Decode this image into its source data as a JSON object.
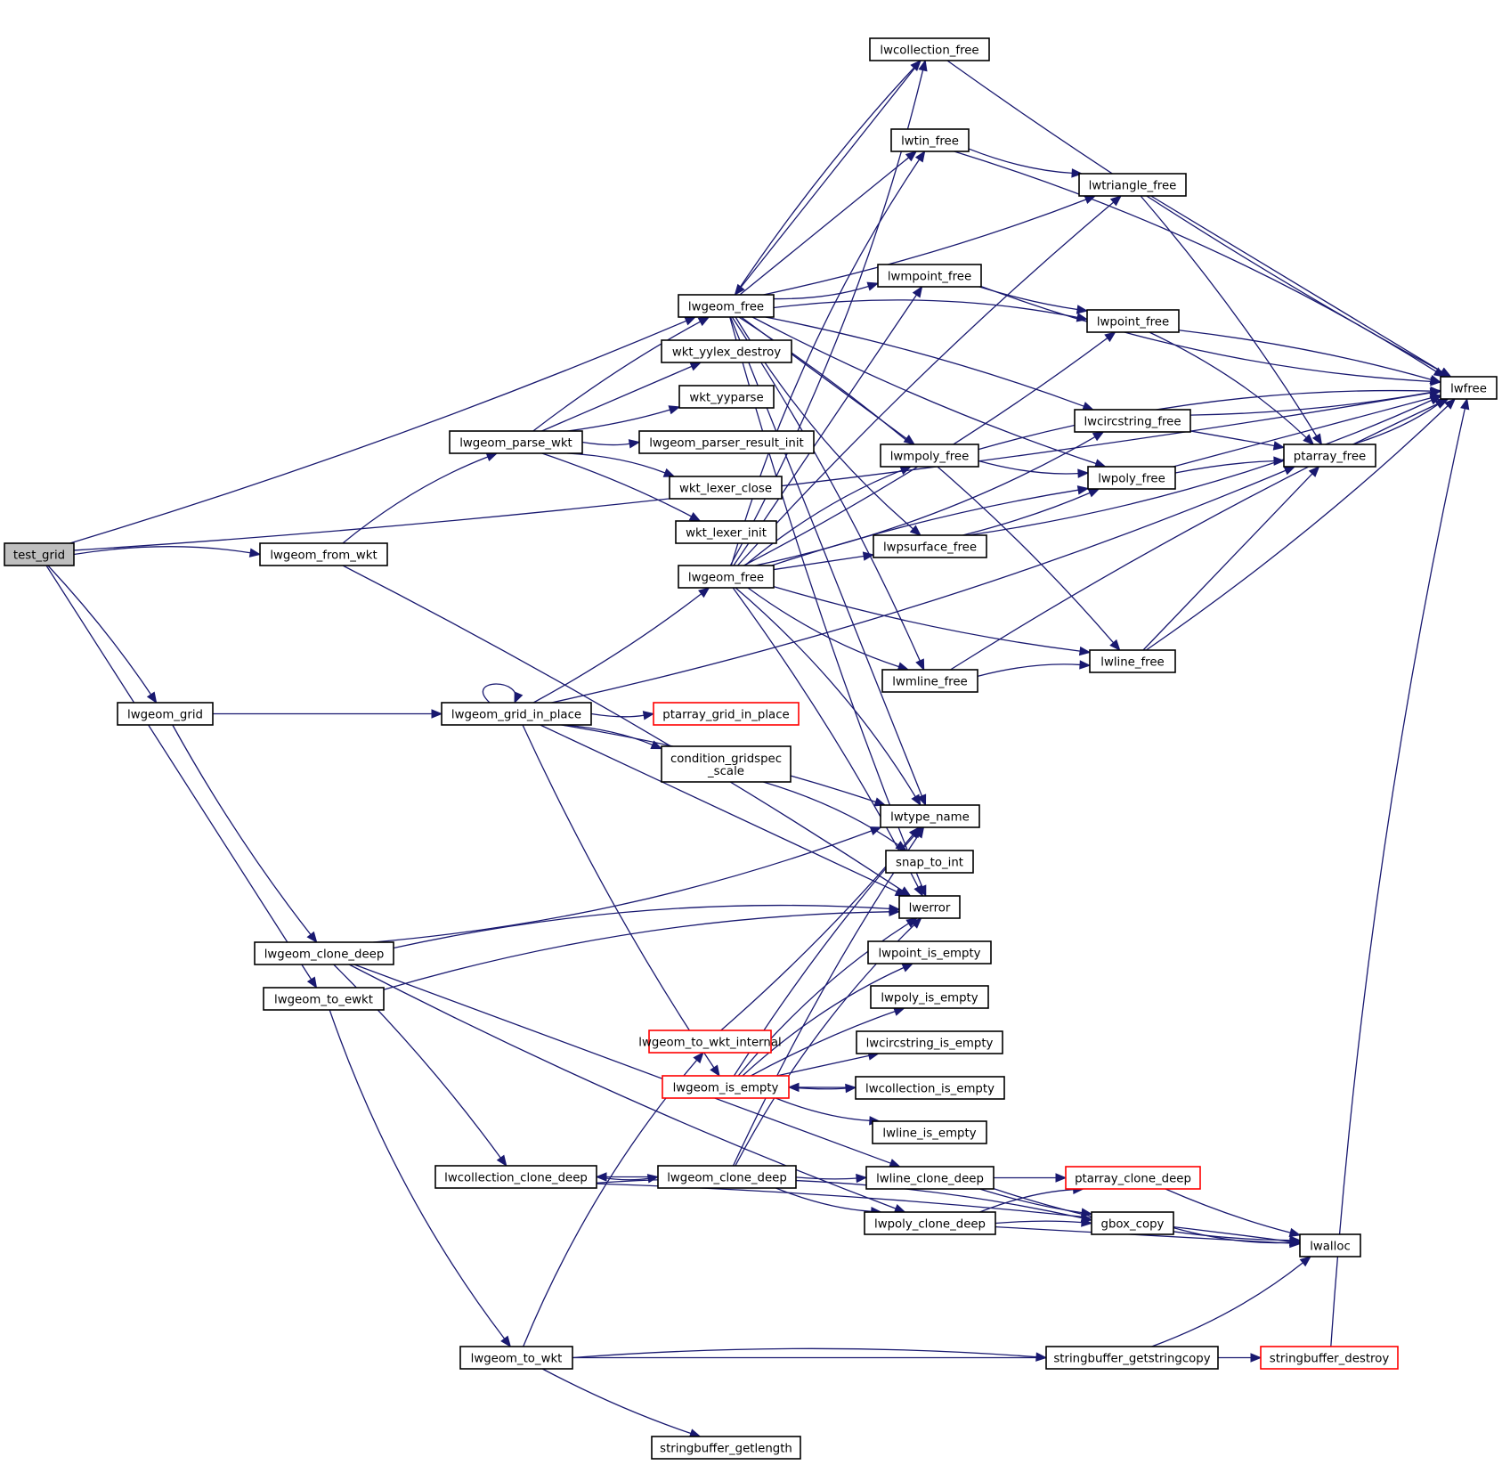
{
  "title": "test_grid call graph",
  "colors": {
    "edge": "#191970",
    "node_border": "#000000",
    "node_border_truncated": "#ff0000",
    "node_fill": "#ffffff",
    "root_fill": "#bfbfbf"
  },
  "nodes": [
    {
      "id": "test_grid",
      "label": "test_grid",
      "root": true
    },
    {
      "id": "lwgeom_from_wkt",
      "label": "lwgeom_from_wkt"
    },
    {
      "id": "lwgeom_grid",
      "label": "lwgeom_grid"
    },
    {
      "id": "lwgeom_clone_deep_a",
      "label": "lwgeom_clone_deep"
    },
    {
      "id": "lwgeom_to_ewkt",
      "label": "lwgeom_to_ewkt"
    },
    {
      "id": "lwgeom_parse_wkt",
      "label": "lwgeom_parse_wkt"
    },
    {
      "id": "lwgeom_grid_in_place",
      "label": "lwgeom_grid_in_place"
    },
    {
      "id": "lwcollection_clone_deep",
      "label": "lwcollection_clone_deep"
    },
    {
      "id": "lwgeom_to_wkt",
      "label": "lwgeom_to_wkt"
    },
    {
      "id": "lwgeom_free_a",
      "label": "lwgeom_free"
    },
    {
      "id": "wkt_yylex_destroy",
      "label": "wkt_yylex_destroy"
    },
    {
      "id": "wkt_yyparse",
      "label": "wkt_yyparse"
    },
    {
      "id": "lwgeom_parser_result_init",
      "label": "lwgeom_parser_result_init"
    },
    {
      "id": "wkt_lexer_close",
      "label": "wkt_lexer_close"
    },
    {
      "id": "wkt_lexer_init",
      "label": "wkt_lexer_init"
    },
    {
      "id": "lwgeom_free_b",
      "label": "lwgeom_free"
    },
    {
      "id": "ptarray_grid_in_place",
      "label": "ptarray_grid_in_place",
      "truncated": true
    },
    {
      "id": "condition_gridspec_scale",
      "label": "condition_gridspec\n_scale"
    },
    {
      "id": "lwgeom_to_wkt_internal",
      "label": "lwgeom_to_wkt_internal",
      "truncated": true
    },
    {
      "id": "lwgeom_is_empty",
      "label": "lwgeom_is_empty",
      "truncated": true
    },
    {
      "id": "lwgeom_clone_deep_b",
      "label": "lwgeom_clone_deep"
    },
    {
      "id": "stringbuffer_getlength",
      "label": "stringbuffer_getlength"
    },
    {
      "id": "lwcollection_free",
      "label": "lwcollection_free"
    },
    {
      "id": "lwtin_free",
      "label": "lwtin_free"
    },
    {
      "id": "lwmpoint_free",
      "label": "lwmpoint_free"
    },
    {
      "id": "lwmpoly_free",
      "label": "lwmpoly_free"
    },
    {
      "id": "lwpsurface_free",
      "label": "lwpsurface_free"
    },
    {
      "id": "lwmline_free",
      "label": "lwmline_free"
    },
    {
      "id": "lwtype_name",
      "label": "lwtype_name"
    },
    {
      "id": "snap_to_int",
      "label": "snap_to_int"
    },
    {
      "id": "lwerror",
      "label": "lwerror"
    },
    {
      "id": "lwpoint_is_empty",
      "label": "lwpoint_is_empty"
    },
    {
      "id": "lwpoly_is_empty",
      "label": "lwpoly_is_empty"
    },
    {
      "id": "lwcircstring_is_empty",
      "label": "lwcircstring_is_empty"
    },
    {
      "id": "lwcollection_is_empty",
      "label": "lwcollection_is_empty"
    },
    {
      "id": "lwline_is_empty",
      "label": "lwline_is_empty"
    },
    {
      "id": "lwline_clone_deep",
      "label": "lwline_clone_deep"
    },
    {
      "id": "lwpoly_clone_deep",
      "label": "lwpoly_clone_deep"
    },
    {
      "id": "lwtriangle_free",
      "label": "lwtriangle_free"
    },
    {
      "id": "lwpoint_free",
      "label": "lwpoint_free"
    },
    {
      "id": "lwcircstring_free",
      "label": "lwcircstring_free"
    },
    {
      "id": "lwpoly_free",
      "label": "lwpoly_free"
    },
    {
      "id": "lwline_free",
      "label": "lwline_free"
    },
    {
      "id": "ptarray_clone_deep",
      "label": "ptarray_clone_deep",
      "truncated": true
    },
    {
      "id": "gbox_copy",
      "label": "gbox_copy"
    },
    {
      "id": "stringbuffer_getstringcopy",
      "label": "stringbuffer_getstringcopy"
    },
    {
      "id": "ptarray_free",
      "label": "ptarray_free"
    },
    {
      "id": "stringbuffer_destroy",
      "label": "stringbuffer_destroy",
      "truncated": true
    },
    {
      "id": "lwfree",
      "label": "lwfree"
    },
    {
      "id": "lwalloc",
      "label": "lwalloc"
    }
  ],
  "edges": [
    [
      "test_grid",
      "lwgeom_from_wkt"
    ],
    [
      "test_grid",
      "lwgeom_grid"
    ],
    [
      "test_grid",
      "lwgeom_to_ewkt"
    ],
    [
      "test_grid",
      "lwgeom_free_a"
    ],
    [
      "test_grid",
      "lwfree"
    ],
    [
      "lwgeom_from_wkt",
      "lwgeom_parse_wkt"
    ],
    [
      "lwgeom_from_wkt",
      "lwerror"
    ],
    [
      "lwgeom_grid",
      "lwgeom_grid_in_place"
    ],
    [
      "lwgeom_grid",
      "lwgeom_clone_deep_a"
    ],
    [
      "lwgeom_clone_deep_a",
      "lwtype_name"
    ],
    [
      "lwgeom_clone_deep_a",
      "lwerror"
    ],
    [
      "lwgeom_clone_deep_a",
      "lwcollection_clone_deep"
    ],
    [
      "lwgeom_clone_deep_a",
      "lwline_clone_deep"
    ],
    [
      "lwgeom_clone_deep_a",
      "lwpoly_clone_deep"
    ],
    [
      "lwgeom_to_ewkt",
      "lwgeom_to_wkt"
    ],
    [
      "lwgeom_to_ewkt",
      "lwerror"
    ],
    [
      "lwgeom_parse_wkt",
      "lwgeom_free_a"
    ],
    [
      "lwgeom_parse_wkt",
      "wkt_yylex_destroy"
    ],
    [
      "lwgeom_parse_wkt",
      "wkt_yyparse"
    ],
    [
      "lwgeom_parse_wkt",
      "lwgeom_parser_result_init"
    ],
    [
      "lwgeom_parse_wkt",
      "wkt_lexer_close"
    ],
    [
      "lwgeom_parse_wkt",
      "wkt_lexer_init"
    ],
    [
      "lwgeom_grid_in_place",
      "lwgeom_grid_in_place"
    ],
    [
      "lwgeom_grid_in_place",
      "lwgeom_free_b"
    ],
    [
      "lwgeom_grid_in_place",
      "ptarray_grid_in_place"
    ],
    [
      "lwgeom_grid_in_place",
      "condition_gridspec_scale"
    ],
    [
      "lwgeom_grid_in_place",
      "lwtype_name"
    ],
    [
      "lwgeom_grid_in_place",
      "lwerror"
    ],
    [
      "lwgeom_grid_in_place",
      "lwgeom_is_empty"
    ],
    [
      "lwgeom_grid_in_place",
      "ptarray_free"
    ],
    [
      "condition_gridspec_scale",
      "snap_to_int"
    ],
    [
      "lwgeom_free_a",
      "lwcollection_free"
    ],
    [
      "lwgeom_free_a",
      "lwtin_free"
    ],
    [
      "lwgeom_free_a",
      "lwtriangle_free"
    ],
    [
      "lwgeom_free_a",
      "lwmpoint_free"
    ],
    [
      "lwgeom_free_a",
      "lwpoint_free"
    ],
    [
      "lwgeom_free_a",
      "lwcircstring_free"
    ],
    [
      "lwgeom_free_a",
      "lwmpoly_free"
    ],
    [
      "lwgeom_free_a",
      "lwpoly_free"
    ],
    [
      "lwgeom_free_a",
      "lwpsurface_free"
    ],
    [
      "lwgeom_free_a",
      "lwline_free"
    ],
    [
      "lwgeom_free_a",
      "lwmline_free"
    ],
    [
      "lwgeom_free_a",
      "lwtype_name"
    ],
    [
      "lwgeom_free_a",
      "lwerror"
    ],
    [
      "lwgeom_free_b",
      "lwcollection_free"
    ],
    [
      "lwgeom_free_b",
      "lwtin_free"
    ],
    [
      "lwgeom_free_b",
      "lwtriangle_free"
    ],
    [
      "lwgeom_free_b",
      "lwmpoint_free"
    ],
    [
      "lwgeom_free_b",
      "lwpoint_free"
    ],
    [
      "lwgeom_free_b",
      "lwcircstring_free"
    ],
    [
      "lwgeom_free_b",
      "lwmpoly_free"
    ],
    [
      "lwgeom_free_b",
      "lwpoly_free"
    ],
    [
      "lwgeom_free_b",
      "lwpsurface_free"
    ],
    [
      "lwgeom_free_b",
      "lwline_free"
    ],
    [
      "lwgeom_free_b",
      "lwmline_free"
    ],
    [
      "lwgeom_free_b",
      "lwtype_name"
    ],
    [
      "lwgeom_free_b",
      "lwerror"
    ],
    [
      "lwcollection_free",
      "lwgeom_free_a"
    ],
    [
      "lwcollection_free",
      "lwfree"
    ],
    [
      "lwtin_free",
      "lwtriangle_free"
    ],
    [
      "lwtin_free",
      "lwfree"
    ],
    [
      "lwtriangle_free",
      "ptarray_free"
    ],
    [
      "lwtriangle_free",
      "lwfree"
    ],
    [
      "lwmpoint_free",
      "lwpoint_free"
    ],
    [
      "lwmpoint_free",
      "lwfree"
    ],
    [
      "lwpoint_free",
      "ptarray_free"
    ],
    [
      "lwpoint_free",
      "lwfree"
    ],
    [
      "lwcircstring_free",
      "ptarray_free"
    ],
    [
      "lwcircstring_free",
      "lwfree"
    ],
    [
      "lwmpoly_free",
      "lwpoly_free"
    ],
    [
      "lwmpoly_free",
      "lwfree"
    ],
    [
      "lwpoly_free",
      "ptarray_free"
    ],
    [
      "lwpoly_free",
      "lwfree"
    ],
    [
      "lwpsurface_free",
      "lwpoly_free"
    ],
    [
      "lwpsurface_free",
      "lwfree"
    ],
    [
      "lwmline_free",
      "lwline_free"
    ],
    [
      "lwmline_free",
      "lwfree"
    ],
    [
      "lwline_free",
      "ptarray_free"
    ],
    [
      "lwline_free",
      "lwfree"
    ],
    [
      "ptarray_free",
      "lwfree"
    ],
    [
      "lwgeom_is_empty",
      "lwpoint_is_empty"
    ],
    [
      "lwgeom_is_empty",
      "lwpoly_is_empty"
    ],
    [
      "lwgeom_is_empty",
      "lwcircstring_is_empty"
    ],
    [
      "lwgeom_is_empty",
      "lwcollection_is_empty"
    ],
    [
      "lwgeom_is_empty",
      "lwline_is_empty"
    ],
    [
      "lwgeom_is_empty",
      "lwerror"
    ],
    [
      "lwgeom_is_empty",
      "lwtype_name"
    ],
    [
      "lwcollection_is_empty",
      "lwgeom_is_empty"
    ],
    [
      "lwgeom_to_wkt_internal",
      "lwtype_name"
    ],
    [
      "lwcollection_clone_deep",
      "lwgeom_clone_deep_b"
    ],
    [
      "lwcollection_clone_deep",
      "gbox_copy"
    ],
    [
      "lwcollection_clone_deep",
      "lwalloc"
    ],
    [
      "lwgeom_clone_deep_b",
      "lwcollection_clone_deep"
    ],
    [
      "lwgeom_clone_deep_b",
      "lwline_clone_deep"
    ],
    [
      "lwgeom_clone_deep_b",
      "lwpoly_clone_deep"
    ],
    [
      "lwgeom_clone_deep_b",
      "lwerror"
    ],
    [
      "lwgeom_clone_deep_b",
      "lwtype_name"
    ],
    [
      "lwline_clone_deep",
      "ptarray_clone_deep"
    ],
    [
      "lwline_clone_deep",
      "gbox_copy"
    ],
    [
      "lwline_clone_deep",
      "lwalloc"
    ],
    [
      "lwpoly_clone_deep",
      "ptarray_clone_deep"
    ],
    [
      "lwpoly_clone_deep",
      "gbox_copy"
    ],
    [
      "lwpoly_clone_deep",
      "lwalloc"
    ],
    [
      "ptarray_clone_deep",
      "lwalloc"
    ],
    [
      "gbox_copy",
      "lwalloc"
    ],
    [
      "lwgeom_to_wkt",
      "lwgeom_to_wkt_internal"
    ],
    [
      "lwgeom_to_wkt",
      "stringbuffer_getstringcopy"
    ],
    [
      "lwgeom_to_wkt",
      "stringbuffer_destroy"
    ],
    [
      "lwgeom_to_wkt",
      "stringbuffer_getlength"
    ],
    [
      "stringbuffer_getstringcopy",
      "lwalloc"
    ],
    [
      "stringbuffer_destroy",
      "lwfree"
    ]
  ]
}
